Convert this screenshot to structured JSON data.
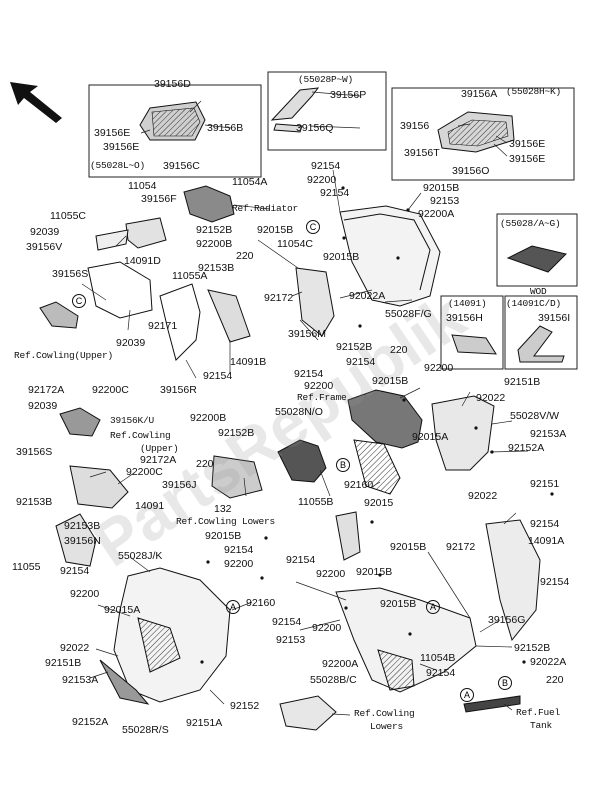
{
  "labels": {
    "l39156D": "39156D",
    "l39156E_a": "39156E",
    "l39156B": "39156B",
    "l39156E_b": "39156E",
    "l55028L": "(55028L~O)",
    "l39156C": "39156C",
    "l55028P": "(55028P~W)",
    "l39156P": "39156P",
    "l39156Q": "39156Q",
    "l39156A": "39156A",
    "l55028H": "(55028H~K)",
    "l39156_r": "39156",
    "l39156E_c": "39156E",
    "l39156T": "39156T",
    "l39156E_d": "39156E",
    "l39156O": "39156O",
    "l11054": "11054",
    "l11054A": "11054A",
    "l39156F": "39156F",
    "l92154_a": "92154",
    "l92200_a": "92200",
    "l92154_b": "92154",
    "l92015B_a": "92015B",
    "l92153_a": "92153",
    "l92200A_a": "92200A",
    "l11055C": "11055C",
    "l92039_a": "92039",
    "l39156V": "39156V",
    "l92152B_a": "92152B",
    "l92200B_a": "92200B",
    "l92015B_b": "92015B",
    "l11054C": "11054C",
    "l220_a": "220",
    "l14091D": "14091D",
    "l92153B_a": "92153B",
    "l11055A": "11055A",
    "l92015B_c": "92015B",
    "l55028AG": "(55028/A~G)",
    "l39156S_a": "39156S",
    "l92022A_a": "92022A",
    "l92172_a": "92172",
    "l55028FG": "55028F/G",
    "l14091": "(14091)",
    "l39156H": "39156H",
    "lWOD": "WOD",
    "l14091CD": "(14091C/D)",
    "l39156I": "39156I",
    "l92171": "92171",
    "l92039_b": "92039",
    "l39156M": "39156M",
    "l92152B_b": "92152B",
    "l220_b": "220",
    "l14091B": "14091B",
    "l92154_c": "92154",
    "l39156R": "39156R",
    "l92200_b": "92200",
    "l92154_d": "92154",
    "l92154_e": "92154",
    "l92200_c": "92200",
    "l92015B_d": "92015B",
    "l92200_d": "92200",
    "l92151B_a": "92151B",
    "l92022_a": "92022",
    "l92172A_a": "92172A",
    "l92200C_a": "92200C",
    "l92039_c": "92039",
    "l39156KU": "39156K/U",
    "l55028NO": "55028N/O",
    "l55028VW": "55028V/W",
    "l92015A_a": "92015A",
    "l92153A_a": "92153A",
    "l92200B_b": "92200B",
    "l92152B_c": "92152B",
    "l39156S_b": "39156S",
    "l92172A_b": "92172A",
    "l220_c": "220",
    "l92200C_b": "92200C",
    "l92152A_a": "92152A",
    "l92160_a": "92160",
    "l92151_a": "92151",
    "l92153B_b": "92153B",
    "l39156J": "39156J",
    "l14091_b": "14091",
    "l92015_a": "92015",
    "l92022_b": "92022",
    "l132": "132",
    "l11055B": "11055B",
    "l92153B_c": "92153B",
    "l39156N": "39156N",
    "l11055": "11055",
    "l92154_f": "92154",
    "l92015B_e": "92015B",
    "l92154_g": "92154",
    "l55028JK": "55028J/K",
    "l92200_e": "92200",
    "l92154_h": "92154",
    "l14091A": "14091A",
    "l92015B_f": "92015B",
    "l92172_b": "92172",
    "l92154_i": "92154",
    "l92200_f": "92200",
    "l92015B_g": "92015B",
    "l92154_j": "92154",
    "l92160_b": "92160",
    "l92200_g": "92200",
    "l92015A_b": "92015A",
    "l92015B_h": "92015B",
    "l92022_c": "92022",
    "l39156G": "39156G",
    "l92154_k": "92154",
    "l92200_h": "92200",
    "l92151B_b": "92151B",
    "l92153_b": "92153",
    "l92152B_d": "92152B",
    "l92022A_b": "92022A",
    "l92153A_b": "92153A",
    "l92200A_b": "92200A",
    "l11054B": "11054B",
    "l55028BC": "55028B/C",
    "l92154_l": "92154",
    "l220_d": "220",
    "l92152_a": "92152",
    "l92152A_b": "92152A",
    "l55028RS": "55028R/S",
    "l92151A": "92151A"
  },
  "refs": {
    "refRadiator": "Ref.Radiator",
    "refCowlUpper1": "Ref.Cowling(Upper)",
    "refCowlUpper2": "Ref.Cowling",
    "refCowlUpper2b": "(Upper)",
    "refFrame": "Ref.Frame",
    "refCowlLowers1": "Ref.Cowling Lowers",
    "refCowlLowers2": "Ref.Cowling",
    "refCowlLowers2b": "Lowers",
    "refFuelTank": "Ref.Fuel",
    "refFuelTankb": "Tank"
  },
  "markers": {
    "cTop": "C",
    "cLeft": "C",
    "bMid": "B",
    "aMid": "A",
    "aLow": "A",
    "aLegend": "A",
    "bLegend": "B"
  },
  "watermark": "PartsRepublik"
}
